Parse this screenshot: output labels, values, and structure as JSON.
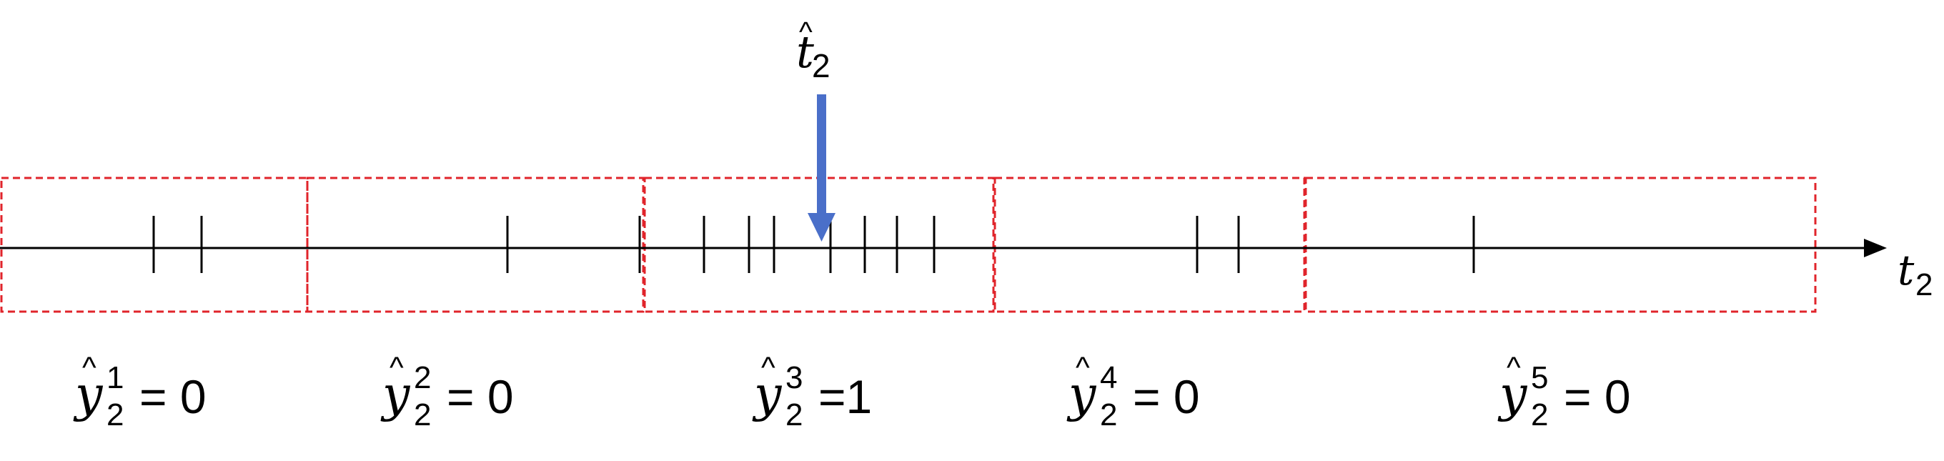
{
  "colors": {
    "axis": "#000000",
    "window_border": "#e0242b",
    "arrow": "#4a6fc9",
    "text": "#000000"
  },
  "axis": {
    "label_var": "t",
    "label_sub": "2"
  },
  "marker": {
    "var": "t",
    "hat": "^",
    "sub": "2",
    "icon": "down-arrow-icon"
  },
  "windows": [
    {
      "var": "y",
      "hat": "^",
      "sub": "2",
      "sup": "1",
      "eq": "= 0"
    },
    {
      "var": "y",
      "hat": "^",
      "sub": "2",
      "sup": "2",
      "eq": "= 0"
    },
    {
      "var": "y",
      "hat": "^",
      "sub": "2",
      "sup": "3",
      "eq": "=1"
    },
    {
      "var": "y",
      "hat": "^",
      "sub": "2",
      "sup": "4",
      "eq": "= 0"
    },
    {
      "var": "y",
      "hat": "^",
      "sub": "2",
      "sup": "5",
      "eq": "= 0"
    }
  ]
}
